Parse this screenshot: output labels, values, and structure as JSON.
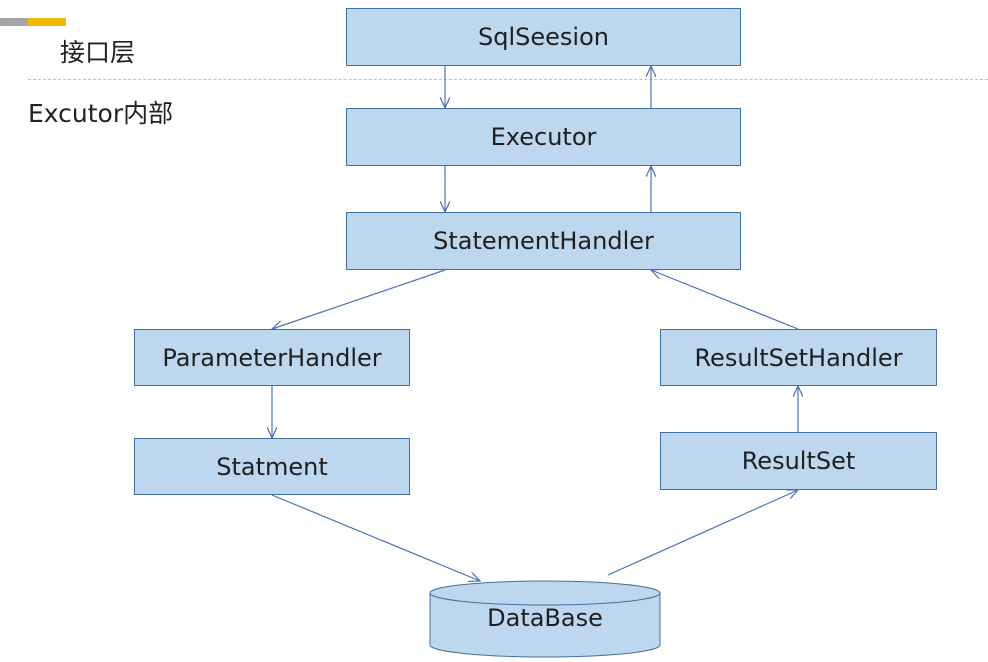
{
  "labels": {
    "interface_layer": "接口层",
    "executor_internal": "Excutor内部"
  },
  "nodes": {
    "sqlsession": "SqlSeesion",
    "executor": "Executor",
    "statement_handler": "StatementHandler",
    "parameter_handler": "ParameterHandler",
    "resultset_handler": "ResultSetHandler",
    "statment": "Statment",
    "resultset": "ResultSet",
    "database": "DataBase"
  },
  "colors": {
    "box_fill": "#bdd7ee",
    "box_border": "#41719c",
    "arrow": "#4a74b5",
    "accent_gold": "#f2b705",
    "accent_gray": "#a6a6a6"
  }
}
